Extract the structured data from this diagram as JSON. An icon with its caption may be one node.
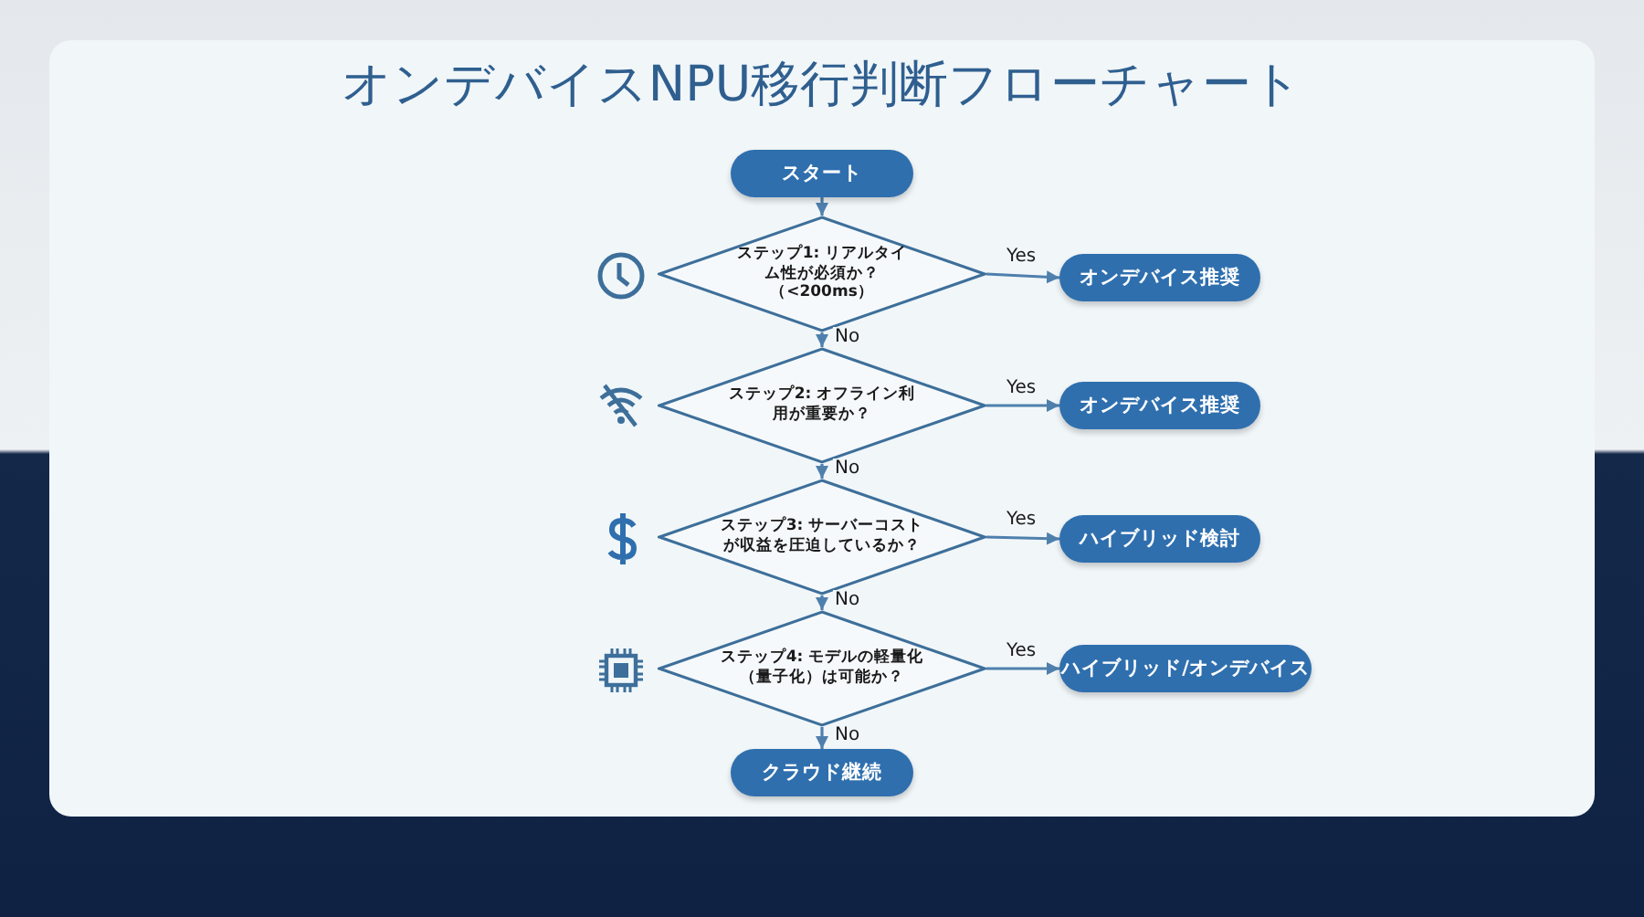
{
  "diagram": {
    "title": "オンデバイスNPU移行判断フローチャート",
    "nodes": [
      {
        "text": [
          "スタート"
        ]
      },
      {
        "text": [
          "ステップ1: リアルタイム性が必須か？（<200ms）"
        ]
      },
      {
        "text": [
          "オンデバイス推奨"
        ]
      },
      {
        "text": [
          "ステップ2: オフライン利用が重要か？"
        ]
      },
      {
        "text": [
          "オンデバイス推奨"
        ]
      },
      {
        "text": [
          "ステップ3: サーバーコストが収益を圧迫しているか？"
        ]
      },
      {
        "text": [
          "ハイブリッド検討"
        ]
      },
      {
        "text": [
          "ステップ4: モデルの軽量化（量子化）は可能か？"
        ]
      },
      {
        "text": [
          "ハイブリッド/オンデバイス"
        ]
      },
      {
        "text": [
          "クラウド継続"
        ]
      }
    ],
    "edges": [
      {
        "from": 0,
        "to": 1,
        "arrow": "to"
      },
      {
        "from": 1,
        "to": 2,
        "arrow": "to",
        "label": "Yes"
      },
      {
        "from": 1,
        "to": 3,
        "arrow": "to",
        "label": "No"
      },
      {
        "from": 3,
        "to": 4,
        "arrow": "to",
        "label": "Yes"
      },
      {
        "from": 3,
        "to": 5,
        "arrow": "to",
        "label": "No"
      },
      {
        "from": 5,
        "to": 6,
        "arrow": "to",
        "label": "Yes"
      },
      {
        "from": 5,
        "to": 7,
        "arrow": "to",
        "label": "No"
      },
      {
        "from": 7,
        "to": 8,
        "arrow": "to",
        "label": "Yes"
      },
      {
        "from": 7,
        "to": 9,
        "arrow": "to",
        "label": "No"
      }
    ]
  }
}
